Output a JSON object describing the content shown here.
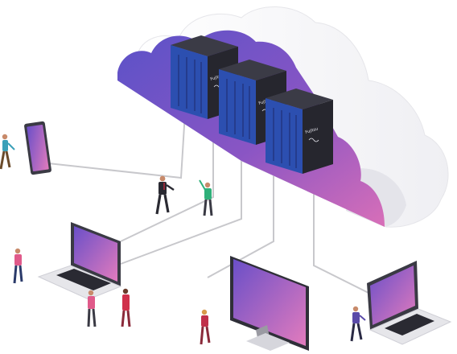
{
  "colors": {
    "cloud_light": "#f6f6f8",
    "cloud_shade": "#e4e4ea",
    "cloud_gradient_start": "#5a52c8",
    "cloud_gradient_end": "#d86fb8",
    "rack_dark": "#26262e",
    "rack_blue": "#2c4fb0",
    "screen_start": "#6a4fc8",
    "screen_end": "#e27bbd",
    "connector": "#c8c8cc",
    "device_body": "#e6e6ea"
  },
  "servers": [
    {
      "brand": "Fujitsu",
      "logo_icon": "fujitsu-infinity-logo"
    },
    {
      "brand": "Fujitsu",
      "logo_icon": "fujitsu-infinity-logo"
    },
    {
      "brand": "Fujitsu",
      "logo_icon": "fujitsu-infinity-logo"
    }
  ],
  "devices": [
    "tablet",
    "laptop",
    "monitor",
    "laptop"
  ],
  "people_count": 8
}
